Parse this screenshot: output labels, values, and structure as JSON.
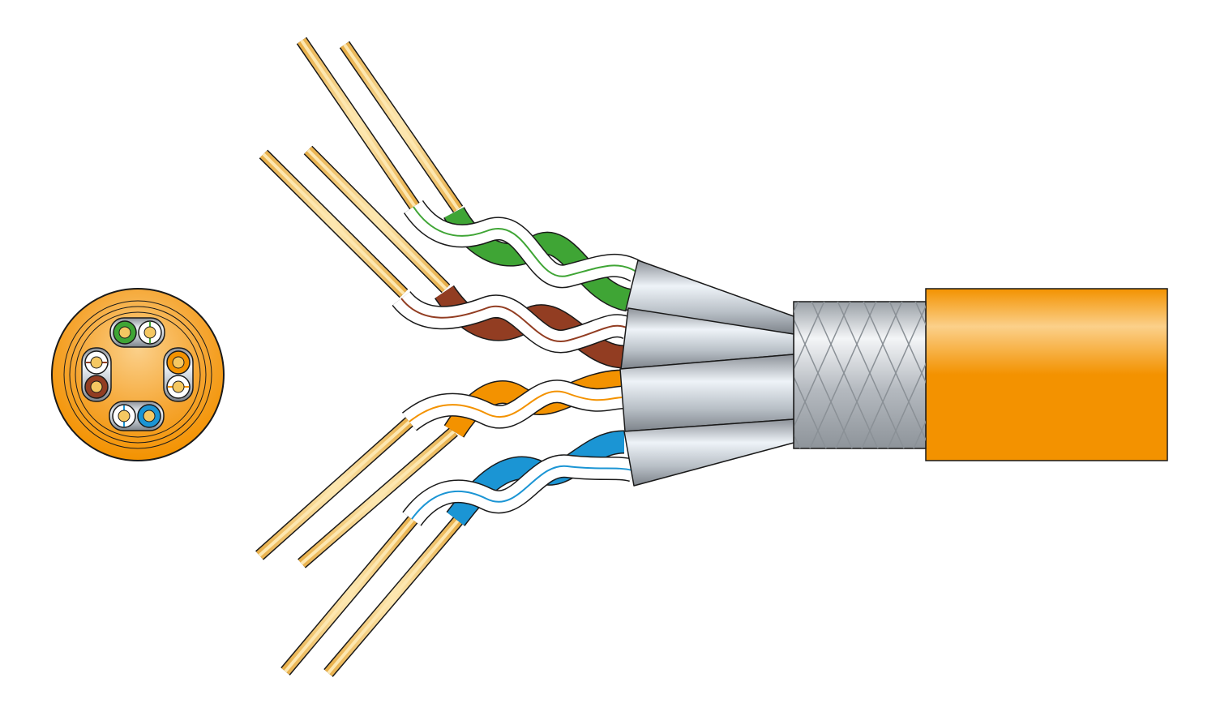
{
  "diagram": {
    "jacket_color": "#f39200",
    "jacket_highlight": "#fbd08a",
    "braid_color": "#b8bcc2",
    "foil_color": "#c9d2da",
    "conductor_color": "#f5c862",
    "outline_color": "#1a1a1a",
    "pairs": [
      {
        "name": "green-pair",
        "color": "#3fa535",
        "stripe": "#3fa535"
      },
      {
        "name": "brown-pair",
        "color": "#923d22",
        "stripe": "#923d22"
      },
      {
        "name": "orange-pair",
        "color": "#f39200",
        "stripe": "#f39200"
      },
      {
        "name": "blue-pair",
        "color": "#1b95d4",
        "stripe": "#1b95d4"
      }
    ]
  }
}
